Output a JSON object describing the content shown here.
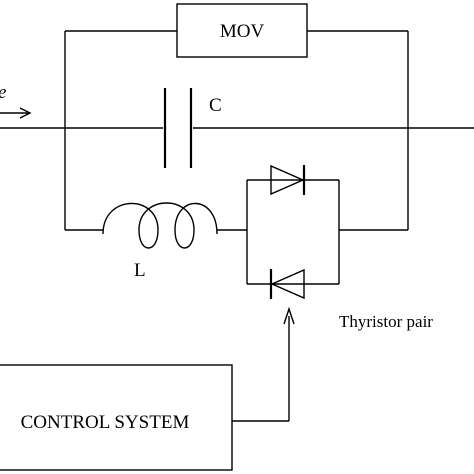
{
  "components": {
    "mov_label": "MOV",
    "capacitor_label": "C",
    "inductor_label": "L",
    "thyristor_label": "Thyristor pair",
    "control_label": "CONTROL SYSTEM",
    "line_label_fragment": "e"
  },
  "colors": {
    "stroke": "#000000",
    "background": "#ffffff"
  }
}
